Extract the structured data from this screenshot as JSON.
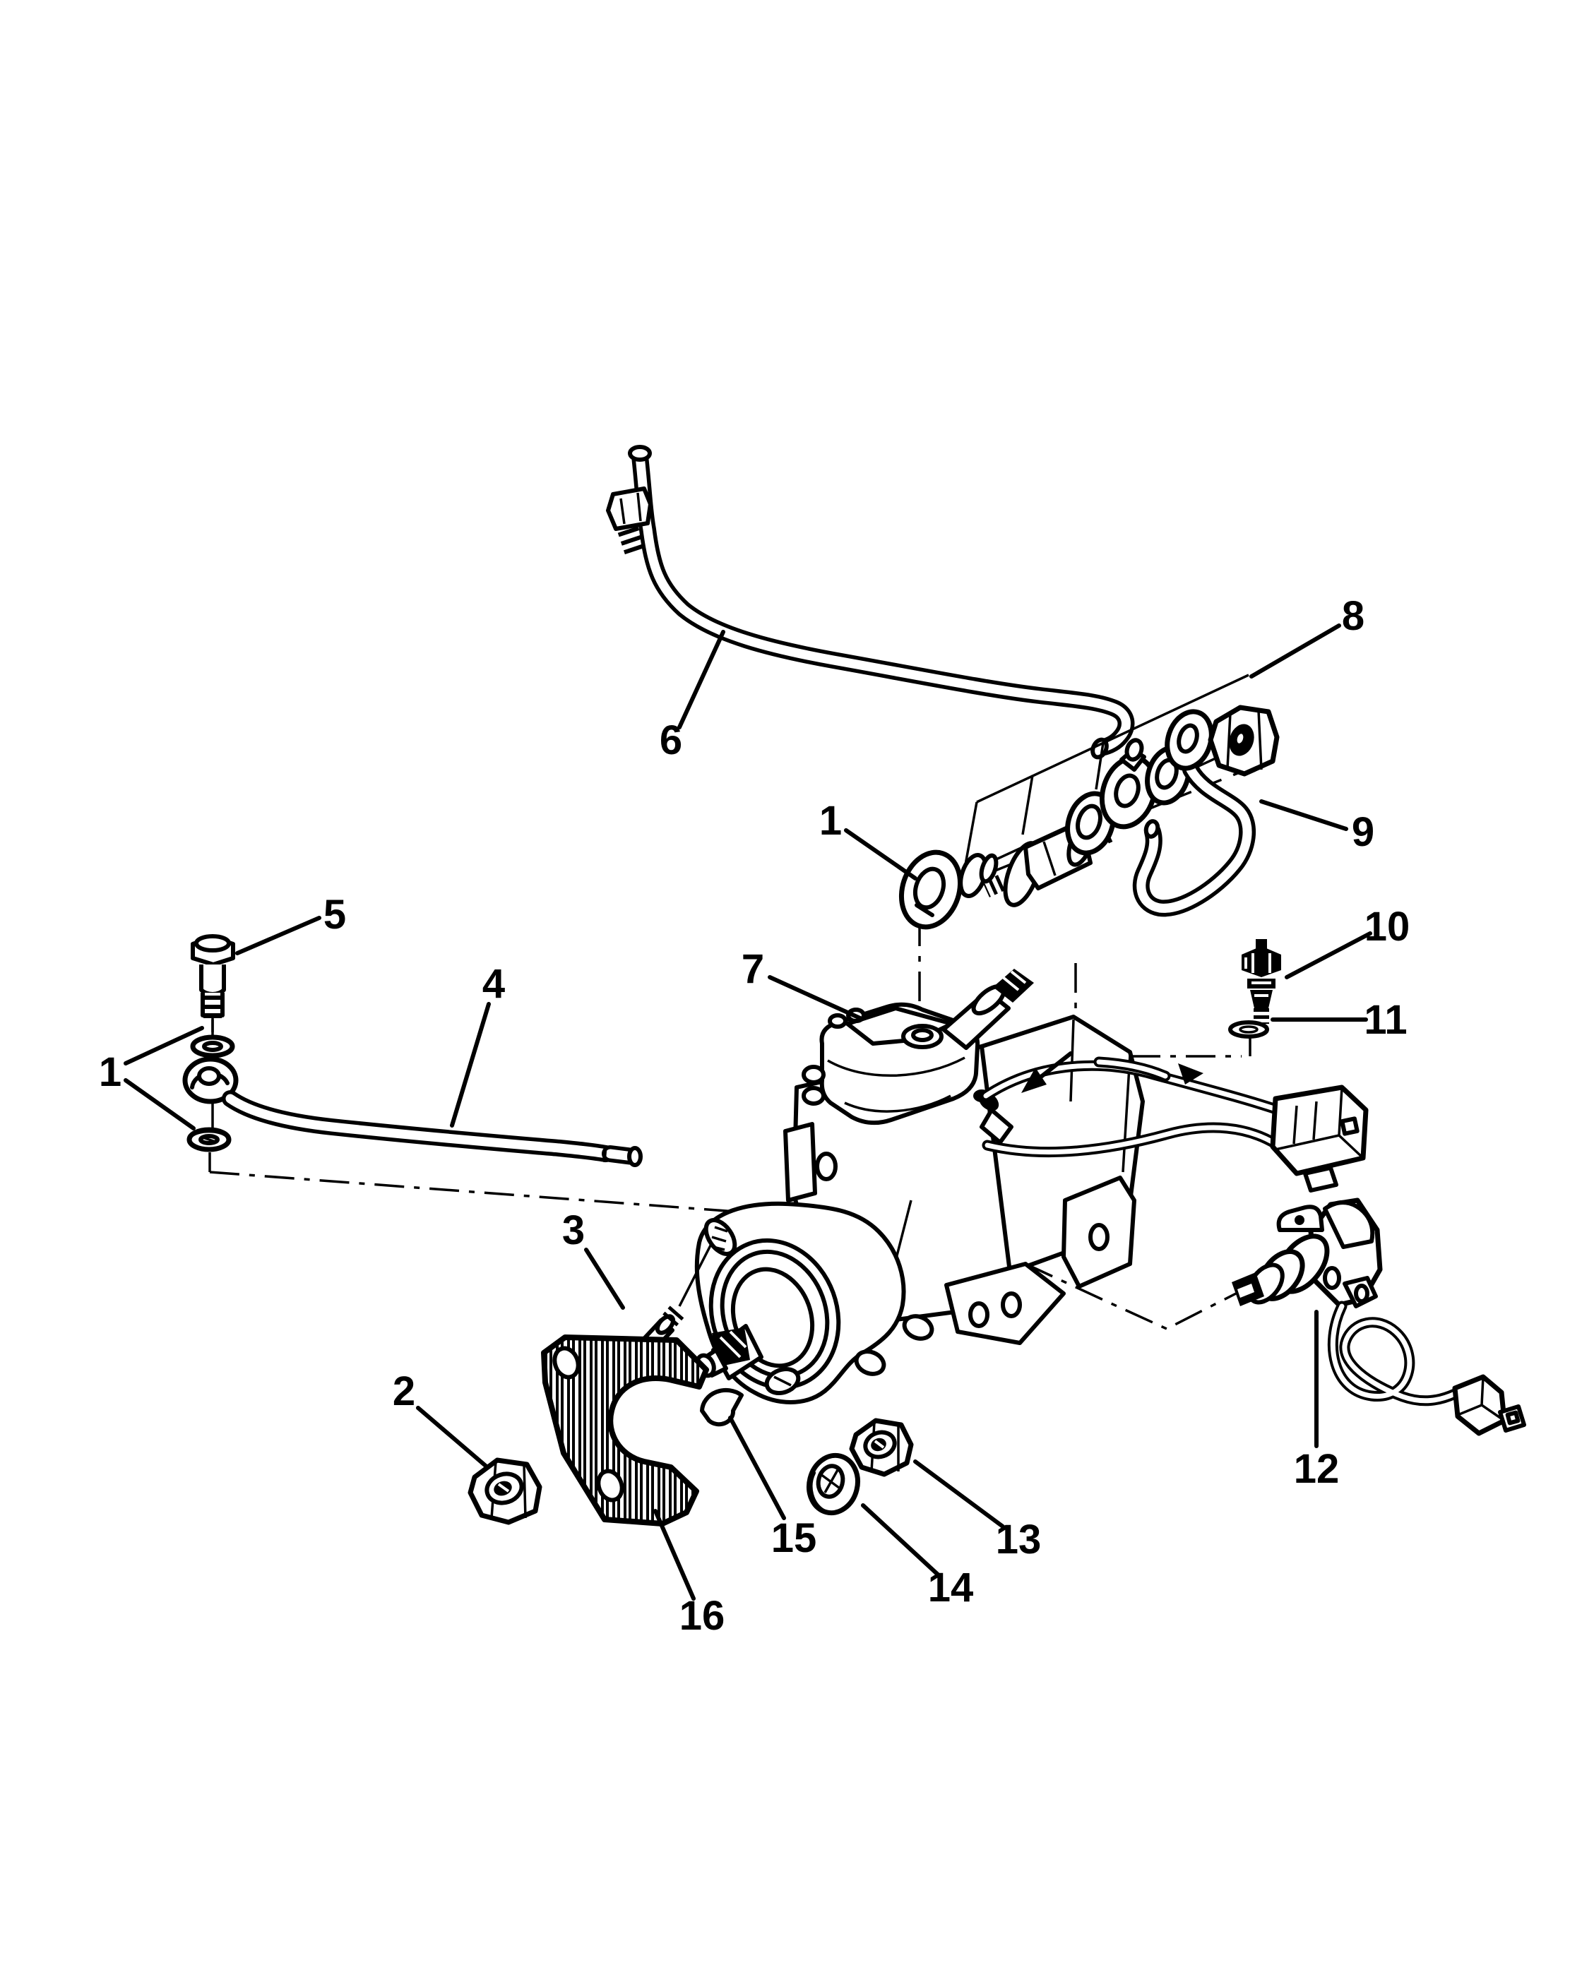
{
  "figure": {
    "type": "exploded-parts-diagram",
    "background_color": "#ffffff",
    "line_color": "#000000"
  },
  "callouts": [
    {
      "label": "6"
    },
    {
      "label": "8"
    },
    {
      "label": "1"
    },
    {
      "label": "9"
    },
    {
      "label": "5"
    },
    {
      "label": "10"
    },
    {
      "label": "7"
    },
    {
      "label": "11"
    },
    {
      "label": "4"
    },
    {
      "label": "1"
    },
    {
      "label": "3"
    },
    {
      "label": "2"
    },
    {
      "label": "12"
    },
    {
      "label": "15"
    },
    {
      "label": "13"
    },
    {
      "label": "14"
    },
    {
      "label": "16"
    }
  ]
}
